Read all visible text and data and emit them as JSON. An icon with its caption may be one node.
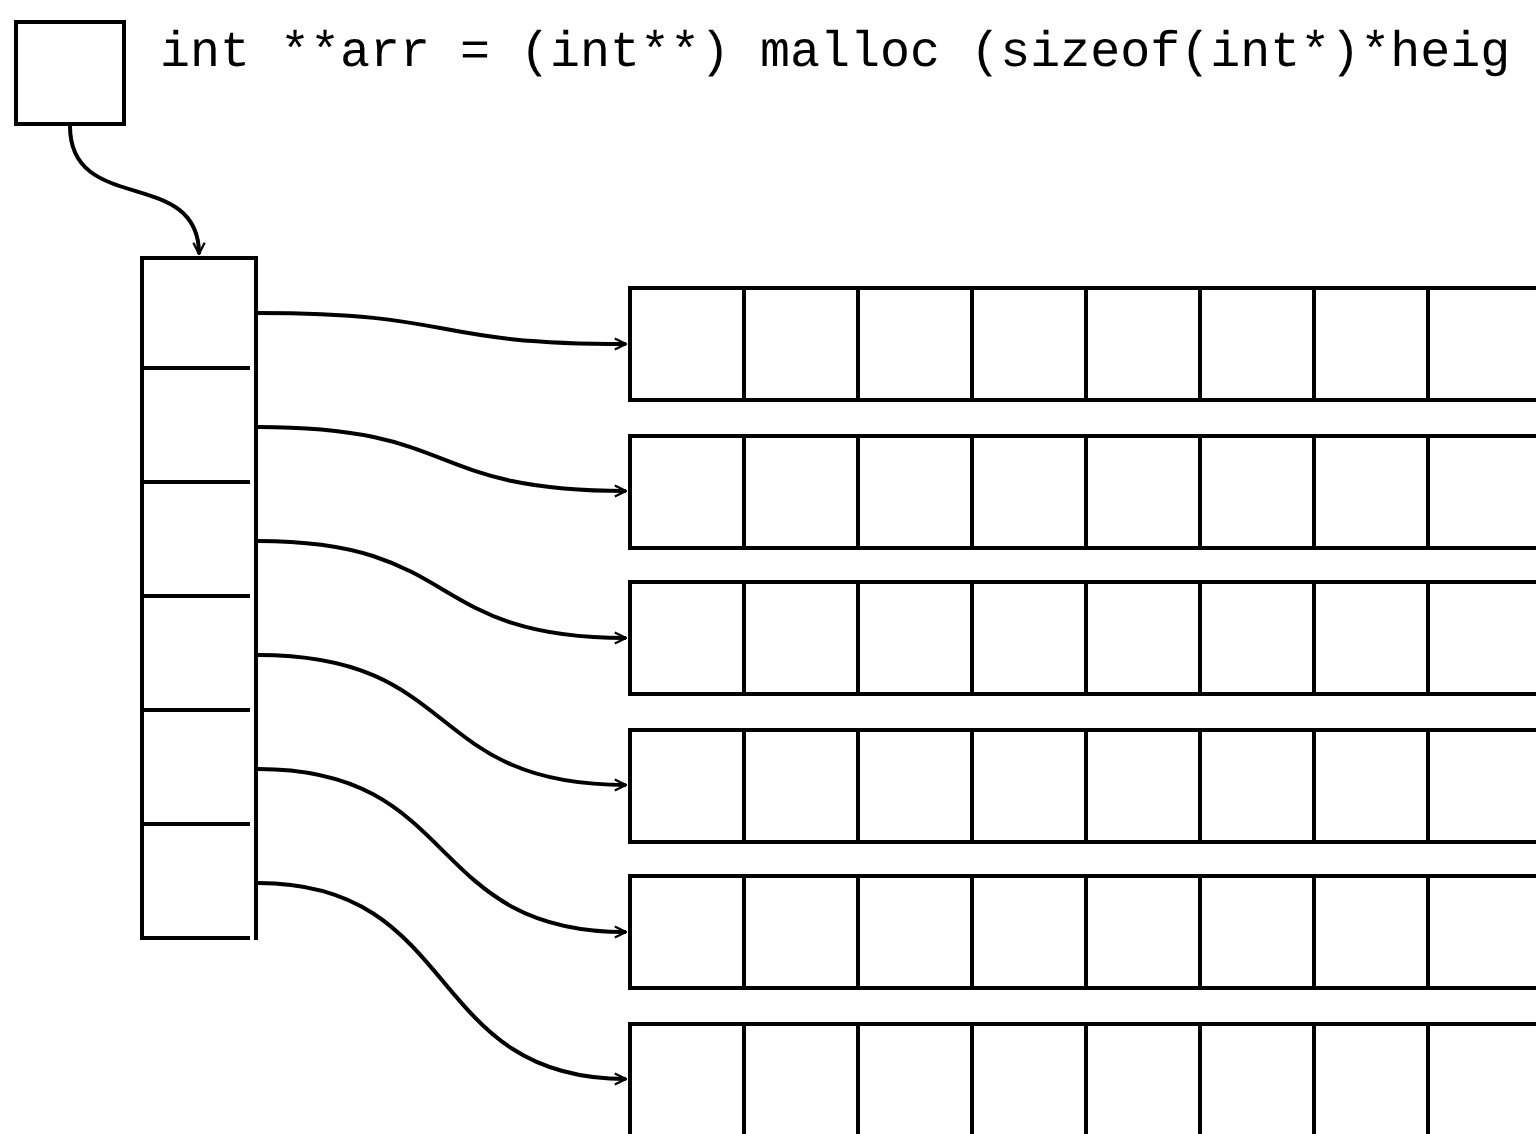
{
  "diagram": {
    "nodes": [
      {
        "text": [],
        "shape": "box"
      },
      {
        "text": [],
        "shape": "bar"
      },
      {
        "text": [],
        "shape": "box",
        "in": 1
      },
      {
        "text": [],
        "shape": "box",
        "in": 1
      },
      {
        "text": [],
        "shape": "box",
        "in": 1
      },
      {
        "text": [],
        "shape": "box",
        "in": 1
      },
      {
        "text": [],
        "shape": "box",
        "in": 1
      },
      {
        "text": [],
        "shape": "box",
        "in": 1
      },
      {
        "text": [],
        "shape": "bar"
      },
      {
        "text": [],
        "shape": "bar"
      },
      {
        "text": [],
        "shape": "bar"
      },
      {
        "text": [],
        "shape": "bar"
      },
      {
        "text": [],
        "shape": "bar"
      },
      {
        "text": [],
        "shape": "bar"
      }
    ],
    "edges": [
      {
        "from": 0,
        "to": 1,
        "arrow": "to"
      },
      {
        "from": 2,
        "to": 8,
        "arrow": "to"
      },
      {
        "from": 3,
        "to": 9,
        "arrow": "to"
      },
      {
        "from": 4,
        "to": 10,
        "arrow": "to"
      },
      {
        "from": 5,
        "to": 11,
        "arrow": "to"
      },
      {
        "from": 6,
        "to": 12,
        "arrow": "to"
      },
      {
        "from": 7,
        "to": 13,
        "arrow": "to"
      }
    ],
    "labels": [
      "int **arr = (int**) malloc (sizeof(int*)*heig"
    ]
  }
}
